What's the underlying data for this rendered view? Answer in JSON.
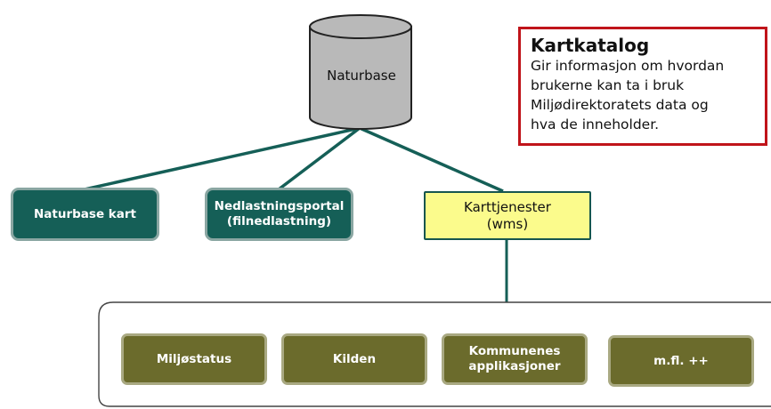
{
  "database": {
    "label": "Naturbase"
  },
  "services": {
    "naturbase_kart": "Naturbase kart",
    "nedlastningsportal": "Nedlastningsportal\n(filnedlastning)",
    "karttjenester": "Karttjenester\n(wms)"
  },
  "applications": {
    "miljostatus": "Miljøstatus",
    "kilden": "Kilden",
    "kommunenes": "Kommunenes\napplikasjoner",
    "mfl": "m.fl. ++"
  },
  "catalog": {
    "title": "Kartkatalog",
    "text": "Gir informasjon om hvordan\nbrukerne kan ta i bruk\nMiljødirektoratets data og\nhva de inneholder."
  },
  "colors": {
    "teal": "#155f57",
    "olive": "#6b6b2c",
    "yellow": "#fbfb8c",
    "catalog_border": "#c0141a",
    "cylinder_gray": "#b9b9b9"
  }
}
